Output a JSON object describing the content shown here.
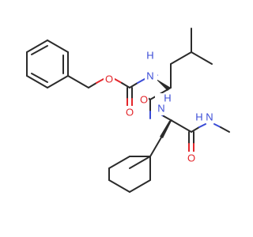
{
  "molecule": {
    "atoms": {
      "o_ester": "O",
      "o_carbamate": "O",
      "n_carbamate": "N",
      "h_carbamate": "H",
      "o_amide1": "O",
      "n_amide1": "N",
      "h_amide1": "H",
      "n_methylamide": "N",
      "h_methylamide": "H",
      "o_amide2": "O"
    },
    "colors": {
      "bond": "#2b2b2b",
      "oxygen": "#e3262b",
      "nitrogen": "#3a4bd6"
    }
  }
}
